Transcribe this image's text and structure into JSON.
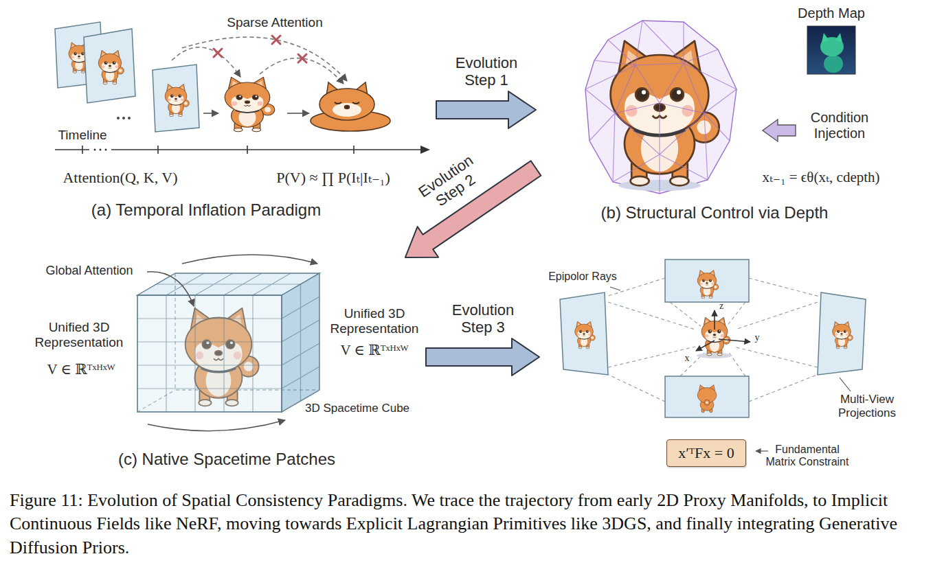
{
  "diagram": {
    "caption": "Figure 11: Evolution of Spatial Consistency Paradigms. We trace the trajectory from early 2D Proxy Manifolds, to Implicit Continuous Fields like NeRF, moving towards Explicit Lagrangian Primitives like 3DGS, and finally integrating Generative Diffusion Priors.",
    "nodes": [
      {
        "text": [
          "Sparse Attention",
          "Timeline",
          "Attention(Q, K, V)",
          "P(V) ≈ ∏ P(Iₜ|Iₜ₋₁)",
          "(a) Temporal Inflation Paradigm"
        ]
      },
      {
        "text": [
          "Condition Injection",
          "xₜ₋₁ = ϵθ(xₜ, cdepth)",
          "(b) Structural Control via Depth"
        ]
      },
      {
        "text": [
          "Depth Map"
        ],
        "in": 1
      },
      {
        "text": [
          "Global Attention",
          "Unified 3D Representation",
          "V ∈ ℝᵀˣᴴˣᵂ",
          "Unified 3D Representation",
          "V ∈ ℝᵀˣᴴˣᵂ",
          "3D Spacetime Cube",
          "(c) Native Spacetime Patches"
        ]
      },
      {
        "text": [
          "Epipolor Rays",
          "z",
          "x",
          "y",
          "Multi-View Projections",
          "Fundamental Matrix Constraint"
        ]
      },
      {
        "text": [
          "x′ᵀFx = 0"
        ],
        "in": 4
      }
    ],
    "edges": [
      {
        "from": 0,
        "to": 1,
        "arrow": "to",
        "label": "Evolution Step 1"
      },
      {
        "from": 1,
        "to": 3,
        "arrow": "to",
        "label": "Evolution Step 2"
      },
      {
        "from": 3,
        "to": 4,
        "arrow": "to",
        "label": "Evolution Step 3"
      }
    ]
  }
}
